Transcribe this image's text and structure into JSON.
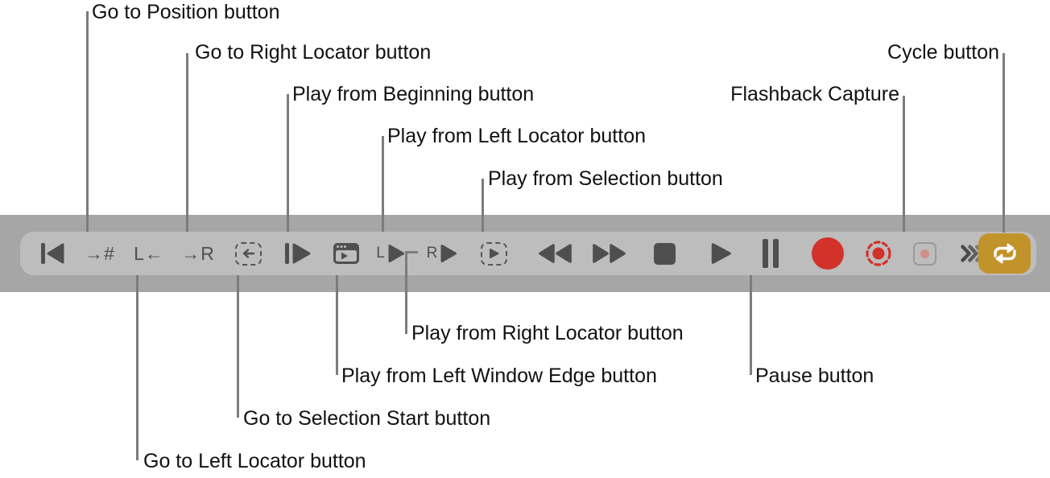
{
  "figure": "Logic Pro transport buttons with callout labels",
  "colors": {
    "band": "#a6a6a6",
    "toolbar": "#bdbdbd",
    "icon": "#4f4f4f",
    "record_red": "#d2322a",
    "flashback_dot": "#cf8e88",
    "flashback_border": "#9a9a9a",
    "cycle_gold": "#c3932b",
    "leader_line": "#7c7c7c",
    "label_text": "#111111"
  },
  "toolbar": {
    "glyphs": {
      "go_to_position": "→#",
      "go_to_left_locator": "L←",
      "go_to_right_locator": "→R",
      "left_locator_letter": "L",
      "right_locator_letter": "R"
    },
    "buttons": [
      "go-to-beginning",
      "go-to-position",
      "go-to-left-locator",
      "go-to-right-locator",
      "go-to-selection-start",
      "play-from-beginning",
      "play-from-left-window-edge",
      "play-from-left-locator",
      "play-from-right-locator",
      "play-from-selection",
      "rewind",
      "forward",
      "stop",
      "play",
      "pause",
      "record",
      "record-toggle",
      "flashback-capture",
      "more-options",
      "cycle"
    ]
  },
  "callouts": {
    "go_to_position": "Go to Position button",
    "go_to_right_locator": "Go to Right Locator button",
    "play_from_beginning": "Play from Beginning button",
    "play_from_left_locator": "Play from Left Locator button",
    "play_from_selection": "Play from Selection button",
    "flashback_capture": "Flashback Capture",
    "cycle": "Cycle button",
    "play_from_right_locator": "Play from Right Locator button",
    "play_from_left_window_edge": "Play from Left Window Edge button",
    "pause": "Pause button",
    "go_to_selection_start": "Go to Selection Start button",
    "go_to_left_locator": "Go to Left Locator button"
  }
}
